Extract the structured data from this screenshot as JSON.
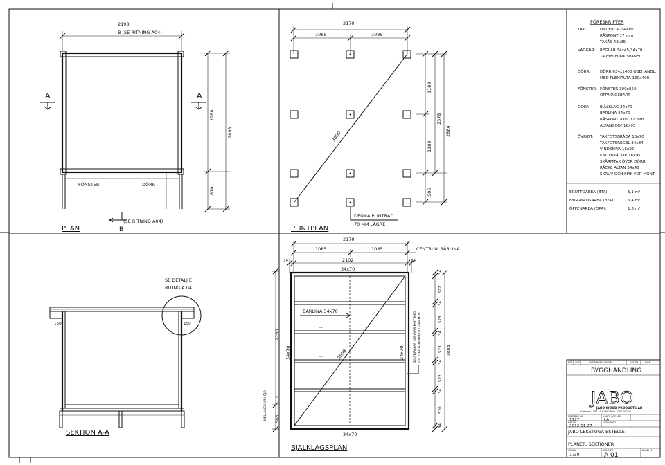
{
  "plan": {
    "title": "PLAN",
    "dim_top": "2198",
    "ref_top": "B (SE RITNING A04)",
    "ref_bottom": "(SE RITNING A04)",
    "ref_bottom_letter": "B",
    "section_left": "A",
    "section_right": "A",
    "label_window": "FÖNSTER",
    "label_door": "DÖRR",
    "dim_2288": "2288",
    "dim_2898": "2898",
    "dim_610": "610"
  },
  "plint": {
    "title": "PLINTPLAN",
    "dim_total": "2170",
    "dim_left": "1085",
    "dim_right": "1085",
    "dim_diag": "3609",
    "dim_1189a": "1189",
    "dim_1189b": "1189",
    "dim_2378": "2378",
    "dim_2884": "2884",
    "dim_506": "506",
    "note_line1": "DENNA PLINTRAD",
    "note_line2": "70 MM LÄGRE"
  },
  "notes": {
    "heading": "FÖRESKRIFTER",
    "rows": [
      {
        "label": "TAK:",
        "lines": [
          "UNDERLAGSPAPP",
          "RÅSPONT 17 mm",
          "TAKÅS 43x95"
        ]
      },
      {
        "label": "VÄGGAR:",
        "lines": [
          "REGLAR 34x45/34x70",
          "14 mm FUNKISPANEL"
        ]
      },
      {
        "label": "DÖRR:",
        "lines": [
          "DÖRR 634x1400 OBEHANDL.",
          "MED PLEXIRUTA 160x400."
        ]
      },
      {
        "label": "FÖNSTER:",
        "lines": [
          "FÖNSTER 300x850",
          "ÖPPNINGSBART"
        ]
      },
      {
        "label": "GOLV:",
        "lines": [
          "BJÄLKLAG 34x70",
          "BÄRLINA 34x70",
          "RÅSPONTGOLV 17 mm.",
          "ALTANGOLV 16x95"
        ]
      },
      {
        "label": "ÖVRIGT:",
        "lines": [
          "TAKFOTSBRÄDA 16x70",
          "TAKFOTSREGEL 34x34",
          "VINDSKIVA 16x95",
          "KNUTBRÄDOR 16x95",
          "SKÄRMTAK ÖVER DÖRR",
          "RÄCKE ALTAN 34x45",
          "SKRUV OCH SPIK FÖR MONT."
        ]
      }
    ],
    "areas": [
      {
        "label": "BRUTTOAREA (BTA):",
        "value": "5,1 m²"
      },
      {
        "label": "BYGGNADSAREA (BYA):",
        "value": "6,4 m²"
      },
      {
        "label": "ÖPPENAREA (OPA):",
        "value": "1,3 m²"
      }
    ]
  },
  "section": {
    "title": "SEKTION A-A",
    "detail_line1": "SE DETALJ E",
    "detail_line2": "RITING A 04",
    "dim_150_left": "150",
    "dim_150_right": "150",
    "dim_2260": "2260",
    "label_floor": "MELLANGOLVSHÖJD",
    "dim_15": "15",
    "dim_588": "588"
  },
  "joist": {
    "title": "BJÄLKLAGSPLAN",
    "dim_total": "2170",
    "dim_left": "1085",
    "dim_right": "1085",
    "centrum": "CENTRUM BÄRLINA",
    "dim_34l": "34",
    "dim_34r": "34",
    "dim_2102": "2102",
    "dim_34x70_top": "34x70",
    "dim_34x70_bot": "34x70",
    "dim_34x70_left": "34x70",
    "dim_34x70_right": "34x70",
    "label_beam": "BÄRLINA 34x70",
    "dim_diag": "3609",
    "note_line1": "GOLVBJÄLKAR SKRUVAS FAST MED",
    "note_line2": "2 st 5x60 GENOM BOTTENRAMEN.",
    "spacing": [
      "34",
      "522",
      "34",
      "523",
      "34",
      "523",
      "34",
      "522",
      "34",
      "520",
      "34"
    ],
    "dim_2884": "2884",
    "marks": [
      "-·-",
      "-·-",
      "-·-",
      "-·-"
    ]
  },
  "titleblock": {
    "head_cells": [
      "BET",
      "ÄNT",
      "ÄNDRINGEN AVSER",
      "DATUM",
      "SIGN"
    ],
    "project": "BYGGHANDLING",
    "logo": "JABO",
    "company": "JABO WOOD PRODUCTS AB",
    "address": "Gislaved - 551 11 JÖNKÖPING - 036-000 00",
    "cells_labels": [
      "UPPDRAG NR",
      "HANDLÄGGARE",
      "DATUM",
      "GRANSKAD"
    ],
    "order_no": "1127",
    "handler": "LA",
    "date": "2012-11-27",
    "name": "JABO LEKSTUGA ESTELLE",
    "content": "PLANER, SEKTIONER",
    "scale_label": "SKALA",
    "scale": "1:30",
    "number_label": "NUMMER",
    "number": "A 01",
    "sheet_label": "BLAD",
    "sheet": "1 (1)"
  }
}
